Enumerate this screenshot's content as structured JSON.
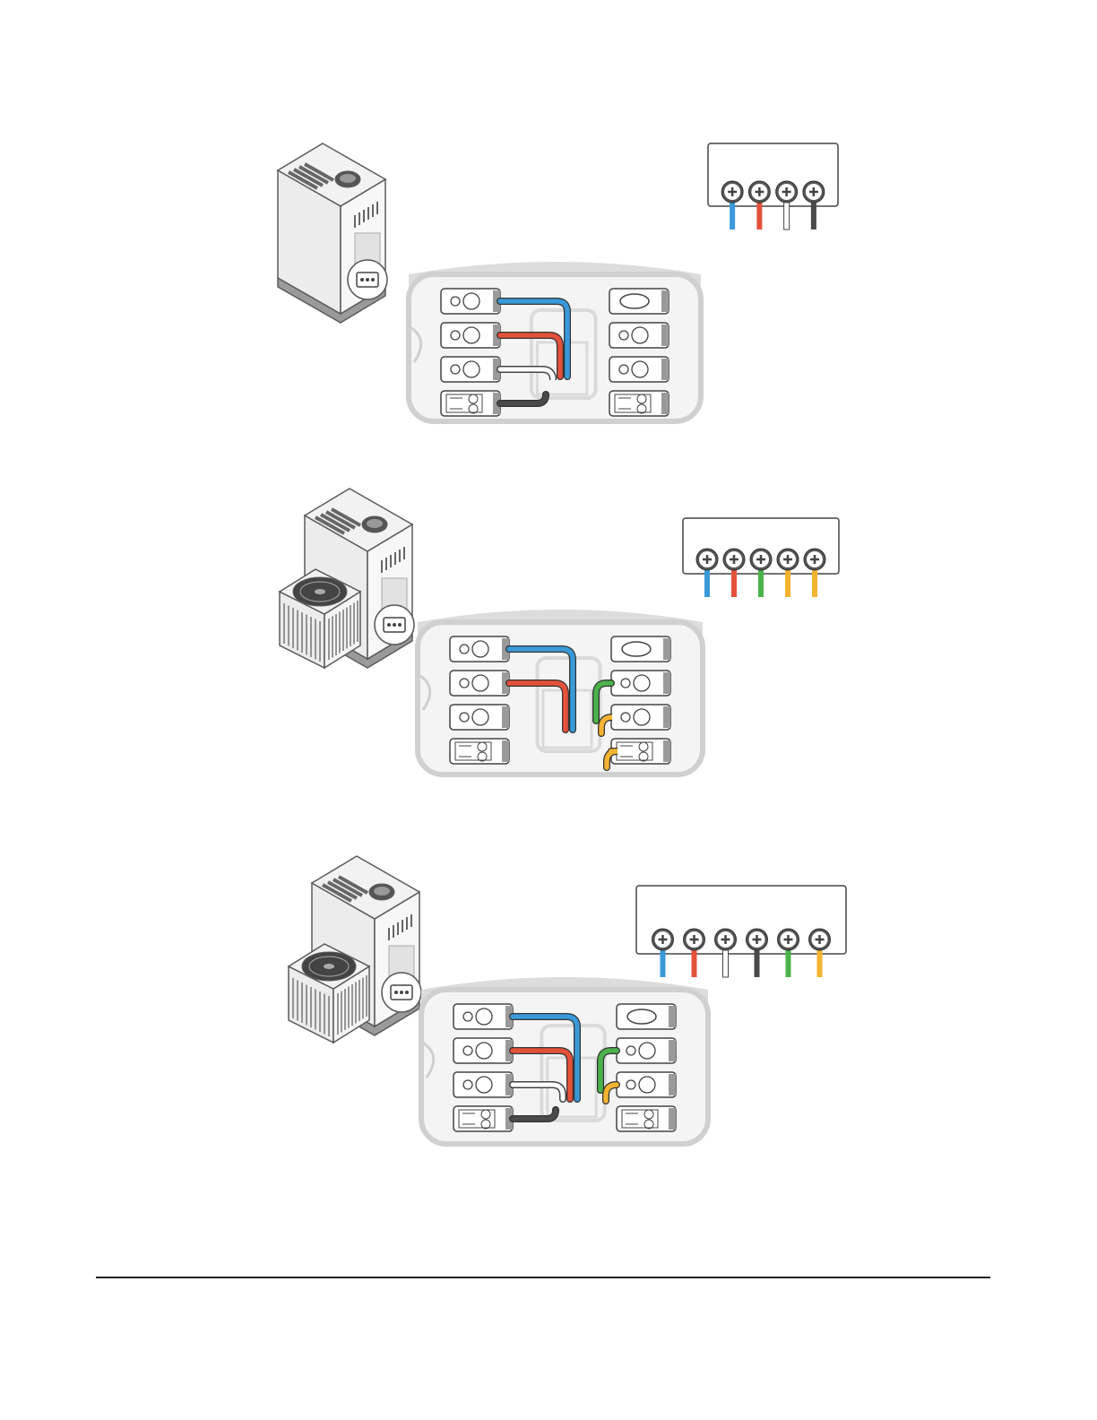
{
  "colors": {
    "blue": "#3a9ad9",
    "red": "#e4513a",
    "white": "#ffffff",
    "black": "#4a4a4a",
    "green": "#4bb24a",
    "yellow": "#f3b431",
    "outline": "#5a5a5a",
    "panel_fill": "#f4f4f4",
    "panel_inner": "#e6e6e6"
  },
  "diagrams": [
    {
      "id": "furnace-only",
      "has_ac_unit": false,
      "terminal_wires": [
        "blue",
        "red",
        "white",
        "black"
      ],
      "left_wires": [
        "blue",
        "red",
        "white",
        "black"
      ],
      "right_wires": []
    },
    {
      "id": "furnace-and-ac",
      "has_ac_unit": true,
      "terminal_wires": [
        "blue",
        "red",
        "green",
        "yellow",
        "yellow"
      ],
      "left_wires": [
        "blue",
        "red"
      ],
      "right_wires": [
        "green",
        "yellow",
        "yellow"
      ]
    },
    {
      "id": "furnace-and-ac-six-wire",
      "has_ac_unit": true,
      "terminal_wires": [
        "blue",
        "red",
        "white",
        "black",
        "green",
        "yellow"
      ],
      "left_wires": [
        "blue",
        "red",
        "white",
        "black"
      ],
      "right_wires": [
        "green",
        "yellow"
      ]
    }
  ]
}
